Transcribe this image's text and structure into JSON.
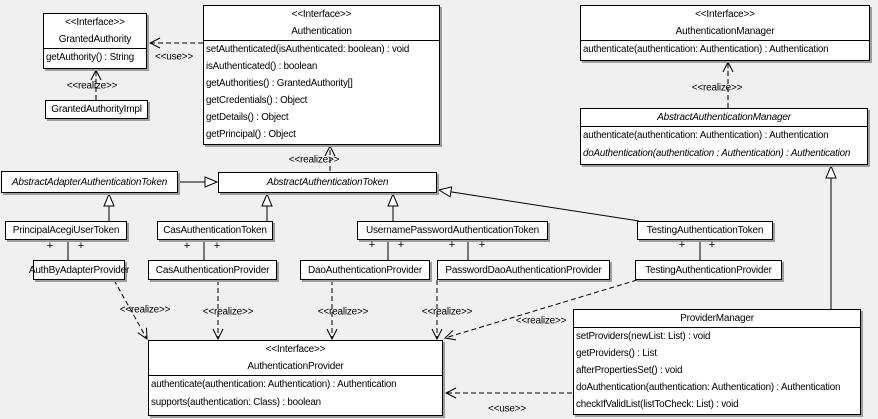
{
  "diagram_type": "uml-class-diagram",
  "colors": {
    "background": "#f0f0f0",
    "box_fill": "#ffffff",
    "line": "#000000",
    "shadow": "#9e9e9e"
  },
  "edge_labels": {
    "realize": "<<realize>>",
    "use": "<<use>>",
    "plus": "+"
  },
  "classes": {
    "granted_authority": {
      "stereotype": "<<Interface>>",
      "name": "GrantedAuthority",
      "methods": [
        "getAuthority() : String"
      ]
    },
    "granted_authority_impl": {
      "name": "GrantedAuthorityImpl"
    },
    "authentication": {
      "stereotype": "<<Interface>>",
      "name": "Authentication",
      "methods": [
        "setAuthenticated(isAuthenticated: boolean) : void",
        "isAuthenticated() : boolean",
        "getAuthorities() : GrantedAuthority[]",
        "getCredentials() : Object",
        "getDetails() : Object",
        "getPrincipal() : Object"
      ]
    },
    "authentication_manager": {
      "stereotype": "<<Interface>>",
      "name": "AuthenticationManager",
      "methods": [
        "authenticate(authentication: Authentication) : Authentication"
      ]
    },
    "abstract_authentication_manager": {
      "name": "AbstractAuthenticationManager",
      "methods": [
        "authenticate(authentication: Authentication) : Authentication",
        "doAuthentication(authentication : Authentication) : Authentication"
      ]
    },
    "abstract_adapter_authentication_token": {
      "name": "AbstractAdapterAuthenticationToken"
    },
    "abstract_authentication_token": {
      "name": "AbstractAuthenticationToken"
    },
    "principal_acegi_user_token": {
      "name": "PrincipalAcegiUserToken"
    },
    "cas_authentication_token": {
      "name": "CasAuthenticationToken"
    },
    "username_password_authentication_token": {
      "name": "UsernamePasswordAuthenticationToken"
    },
    "testing_authentication_token": {
      "name": "TestingAuthenticationToken"
    },
    "auth_by_adapter_provider": {
      "name": "AuthByAdapterProvider"
    },
    "cas_authentication_provider": {
      "name": "CasAuthenticationProvider"
    },
    "dao_authentication_provider": {
      "name": "DaoAuthenticationProvider"
    },
    "password_dao_authentication_provider": {
      "name": "PasswordDaoAuthenticationProvider"
    },
    "testing_authentication_provider": {
      "name": "TestingAuthenticationProvider"
    },
    "authentication_provider": {
      "stereotype": "<<Interface>>",
      "name": "AuthenticationProvider",
      "methods": [
        "authenticate(authentication: Authentication) : Authentication",
        "supports(authentication: Class) : boolean"
      ]
    },
    "provider_manager": {
      "name": "ProviderManager",
      "methods": [
        "setProviders(newList: List) : void",
        "getProviders() : List",
        "afterPropertiesSet() : void",
        "doAuthentication(authentication: Authentication) : Authentication",
        "checkIfValidList(listToCheck: List) : void"
      ]
    }
  }
}
